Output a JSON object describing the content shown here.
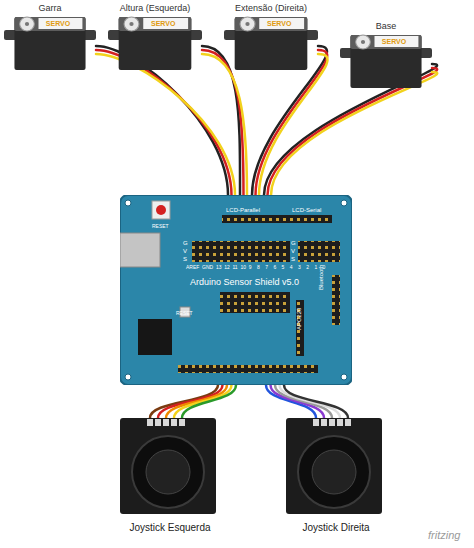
{
  "diagram": {
    "nodes": [
      {
        "text": [
          "Garra",
          "SERVO"
        ]
      },
      {
        "text": [
          "Altura (Esquerda)",
          "SERVO"
        ]
      },
      {
        "text": [
          "Extensão (Direita)",
          "SERVO"
        ]
      },
      {
        "text": [
          "Base",
          "SERVO"
        ]
      },
      {
        "text": [
          "Arduino Sensor Shield v5.0"
        ]
      },
      {
        "text": [
          "Joystick Esquerda"
        ]
      },
      {
        "text": [
          "Joystick Direita"
        ]
      }
    ],
    "edges": [
      {
        "from": 0,
        "to": 4,
        "arrow": "none"
      },
      {
        "from": 0,
        "to": 4,
        "arrow": "none"
      },
      {
        "from": 0,
        "to": 4,
        "arrow": "none"
      },
      {
        "from": 1,
        "to": 4,
        "arrow": "none"
      },
      {
        "from": 1,
        "to": 4,
        "arrow": "none"
      },
      {
        "from": 1,
        "to": 4,
        "arrow": "none"
      },
      {
        "from": 2,
        "to": 4,
        "arrow": "none"
      },
      {
        "from": 2,
        "to": 4,
        "arrow": "none"
      },
      {
        "from": 2,
        "to": 4,
        "arrow": "none"
      },
      {
        "from": 3,
        "to": 4,
        "arrow": "none"
      },
      {
        "from": 3,
        "to": 4,
        "arrow": "none"
      },
      {
        "from": 3,
        "to": 4,
        "arrow": "none"
      },
      {
        "from": 5,
        "to": 4,
        "arrow": "none"
      },
      {
        "from": 5,
        "to": 4,
        "arrow": "none"
      },
      {
        "from": 5,
        "to": 4,
        "arrow": "none"
      },
      {
        "from": 5,
        "to": 4,
        "arrow": "none"
      },
      {
        "from": 5,
        "to": 4,
        "arrow": "none"
      },
      {
        "from": 6,
        "to": 4,
        "arrow": "none"
      },
      {
        "from": 6,
        "to": 4,
        "arrow": "none"
      },
      {
        "from": 6,
        "to": 4,
        "arrow": "none"
      },
      {
        "from": 6,
        "to": 4,
        "arrow": "none"
      },
      {
        "from": 6,
        "to": 4,
        "arrow": "none"
      }
    ],
    "labels": [
      "RESET",
      "LCD-Parallel",
      "LCD-Serial",
      "G",
      "V",
      "S",
      "AREF",
      "GND",
      "13",
      "12",
      "11",
      "10",
      "9",
      "8",
      "7",
      "6",
      "5",
      "4",
      "3",
      "2",
      "1",
      "0",
      "G",
      "V",
      "S",
      "RESET",
      "APC220",
      "Bluetooth",
      "fritzing"
    ]
  }
}
